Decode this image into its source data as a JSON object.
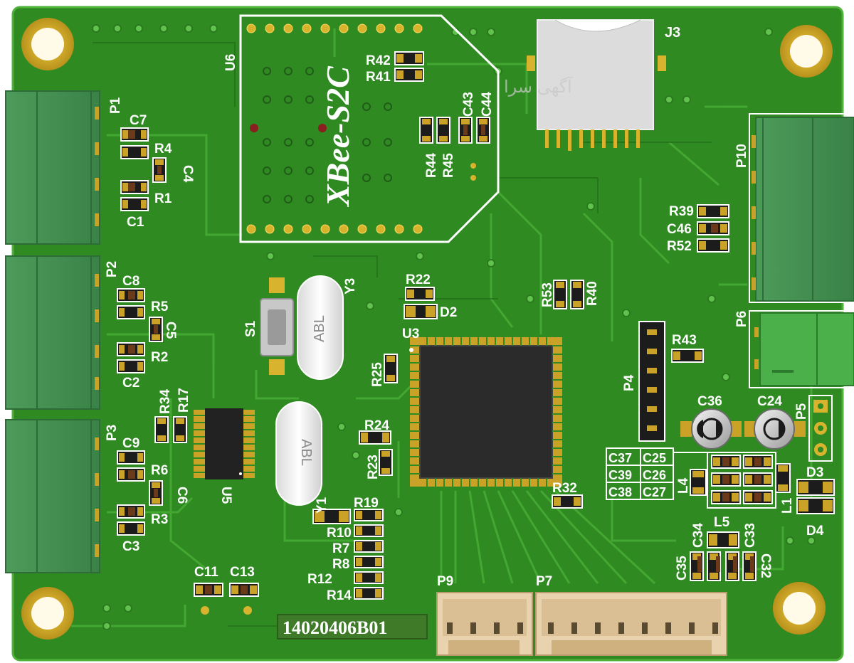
{
  "board": {
    "serial": "14020406B01",
    "watermark": "آگهی سرا",
    "module_name": "XBee-S2C",
    "crystal_marking": "ABL",
    "colors": {
      "board": "#2f8a22",
      "board_dark": "#226b18",
      "trace": "#3aa02a",
      "pad": "#c9a227",
      "silk": "#ffffff",
      "connector_green": "#3f8f4f",
      "connector_header": "#e7cfa8"
    }
  },
  "labels": {
    "U6": "U6",
    "J3": "J3",
    "P1": "P1",
    "P2": "P2",
    "P3": "P3",
    "P4": "P4",
    "P5": "P5",
    "P6": "P6",
    "P7": "P7",
    "P9": "P9",
    "P10": "P10",
    "U3": "U3",
    "U5": "U5",
    "Y3": "Y3",
    "Y1": "Y1",
    "S1": "S1",
    "D2": "D2",
    "D3": "D3",
    "D4": "D4",
    "L1": "L1",
    "L4": "L4",
    "L5": "L5",
    "C1": "C1",
    "C2": "C2",
    "C3": "C3",
    "C4": "C4",
    "C5": "C5",
    "C6": "C6",
    "C7": "C7",
    "C8": "C8",
    "C9": "C9",
    "C11": "C11",
    "C13": "C13",
    "C24": "C24",
    "C25": "C25",
    "C26": "C26",
    "C27": "C27",
    "C32": "C32",
    "C33": "C33",
    "C34": "C34",
    "C35": "C35",
    "C36": "C36",
    "C37": "C37",
    "C38": "C38",
    "C39": "C39",
    "C43": "C43",
    "C44": "C44",
    "C46": "C46",
    "R1": "R1",
    "R2": "R2",
    "R3": "R3",
    "R4": "R4",
    "R5": "R5",
    "R6": "R6",
    "R7": "R7",
    "R8": "R8",
    "R10": "R10",
    "R12": "R12",
    "R14": "R14",
    "R17": "R17",
    "R19": "R19",
    "R22": "R22",
    "R23": "R23",
    "R24": "R24",
    "R25": "R25",
    "R32": "R32",
    "R34": "R34",
    "R39": "R39",
    "R40": "R40",
    "R41": "R41",
    "R42": "R42",
    "R43": "R43",
    "R44": "R44",
    "R45": "R45",
    "R52": "R52",
    "R53": "R53"
  }
}
